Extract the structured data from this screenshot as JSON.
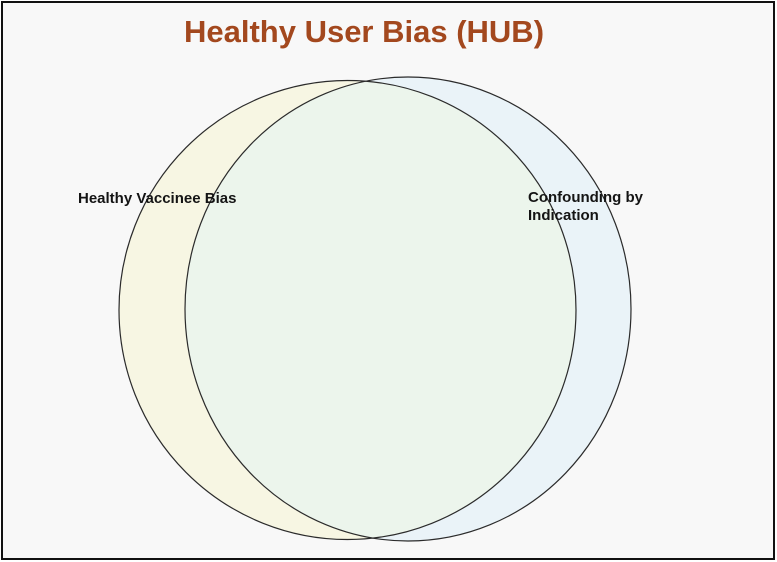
{
  "page": {
    "background": "#F8F8F8",
    "frame_border_color": "#111111"
  },
  "title": {
    "text": "Healthy User Bias (HUB)",
    "color": "#A3481E"
  },
  "venn": {
    "type": "venn-2-set",
    "outline_color": "#2B2B2B",
    "overlap_fill": "#ECF5EC",
    "sets": [
      {
        "label": "Healthy Vaccinee Bias",
        "fill": "#F7F6E3"
      },
      {
        "label": "Confounding by Indication",
        "fill": "#EAF3F8"
      }
    ]
  }
}
